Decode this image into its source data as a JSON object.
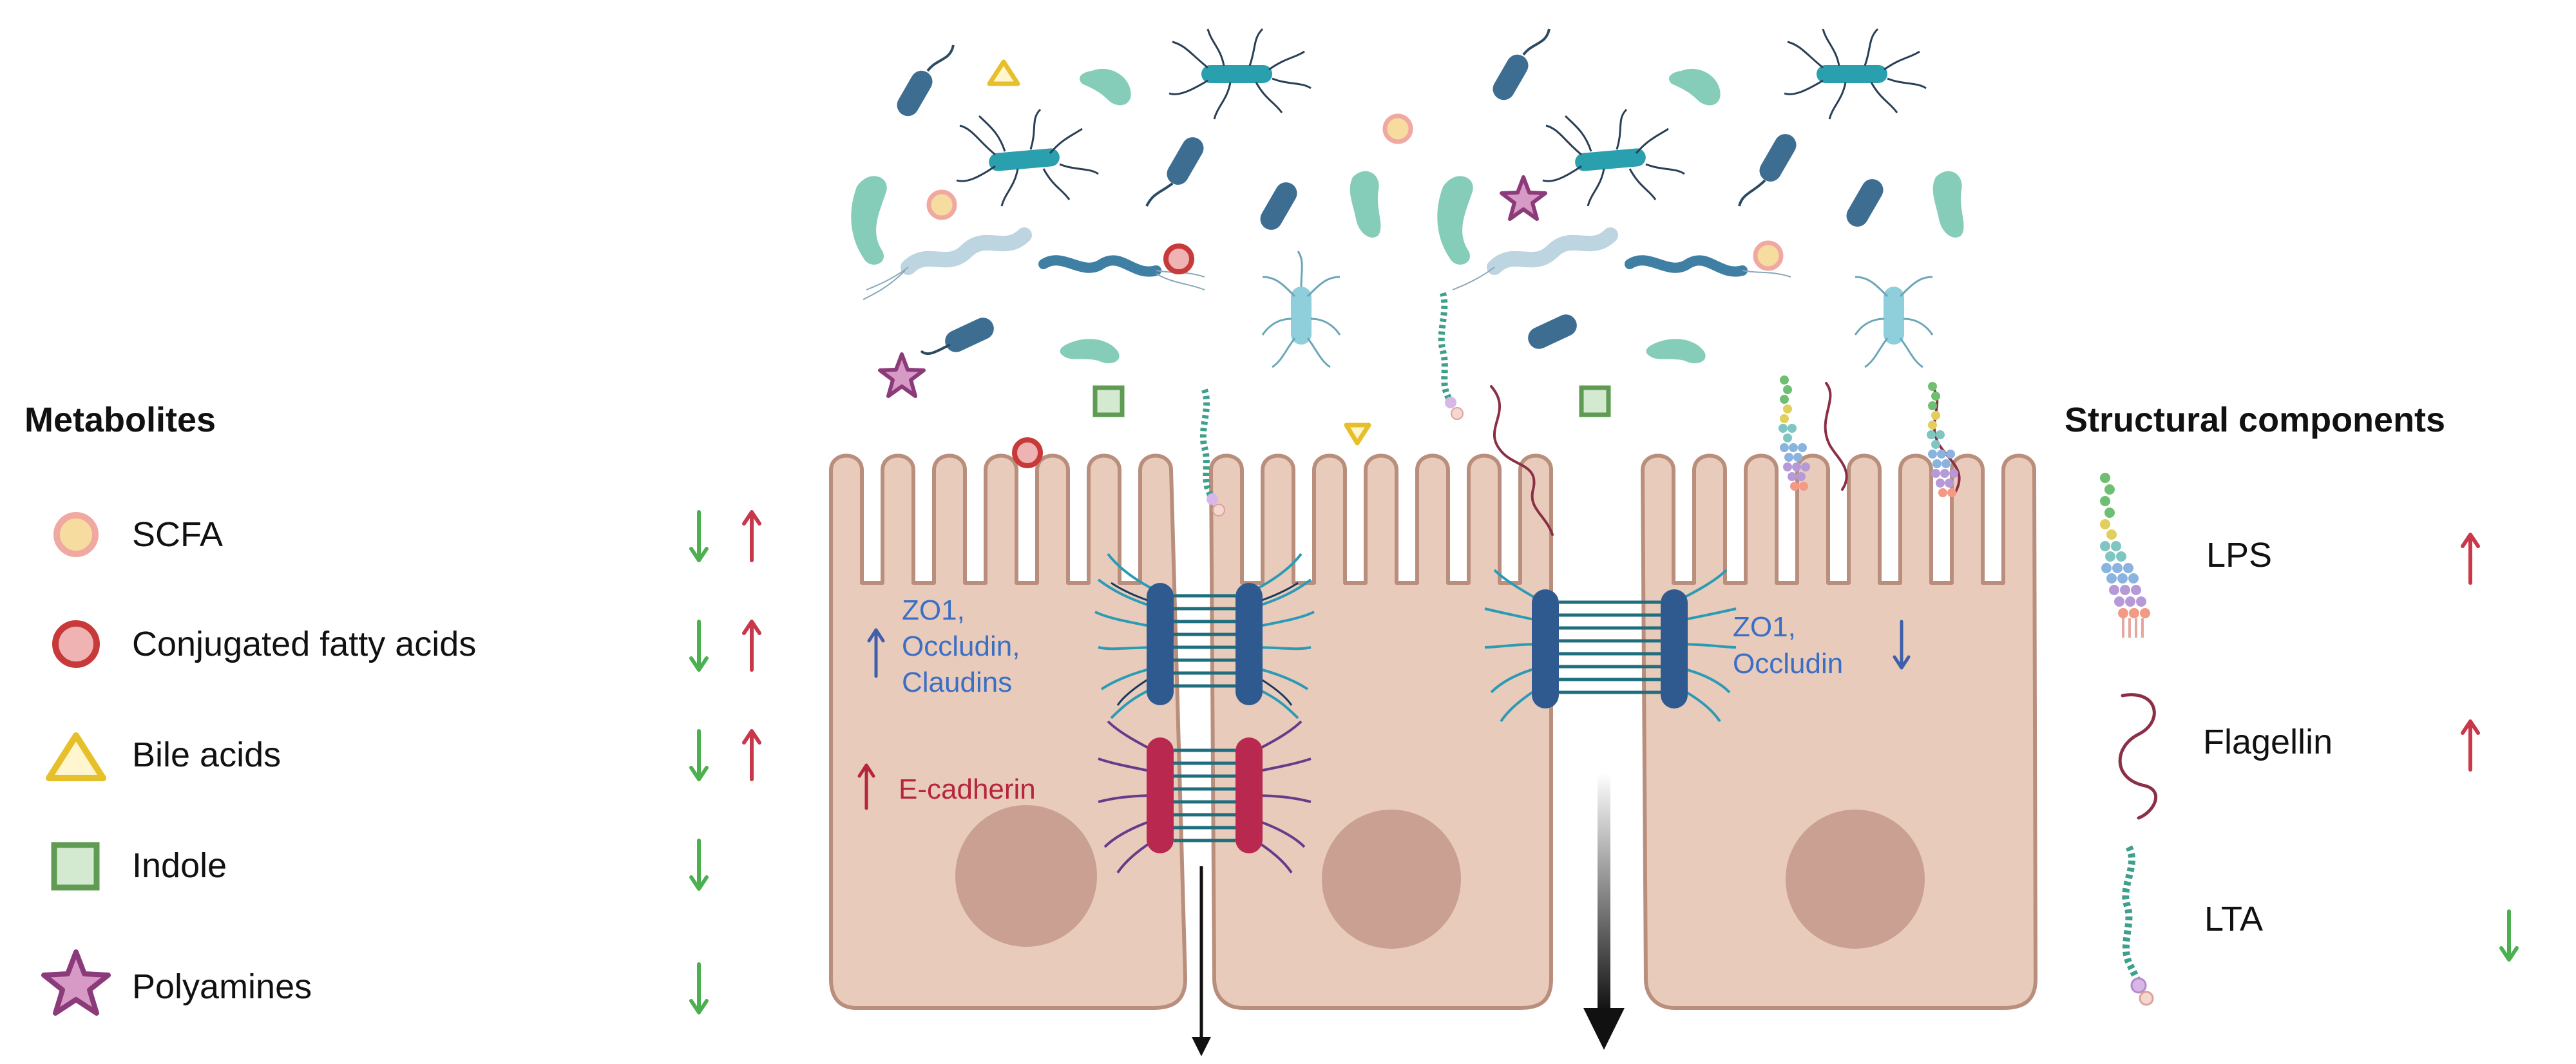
{
  "colors": {
    "up_arrow": "#c8374a",
    "down_arrow": "#4caf50",
    "blue_arrow": "#3f5fa8",
    "cell_fill": "#e9cbbc",
    "cell_stroke": "#b98e7c",
    "nucleus": "#c9a091",
    "tight_junction": "#2f5a8f",
    "adherens_junction": "#b8284f",
    "scfa_fill": "#f7dca0",
    "scfa_stroke": "#f0a9a1",
    "conjugated_stroke": "#c83a3a",
    "bile_stroke": "#e6c02a",
    "indole_fill": "#d4ead0",
    "indole_stroke": "#5f9b52",
    "polyamine_fill": "#d79ac6",
    "polyamine_stroke": "#8b3a7a"
  },
  "metabolites": {
    "title": "Metabolites",
    "items": [
      {
        "label": "SCFA",
        "icon": "scfa-circle-icon",
        "arrows": [
          "down",
          "up"
        ]
      },
      {
        "label": "Conjugated fatty acids",
        "icon": "conjugated-ring-icon",
        "arrows": [
          "down",
          "up"
        ]
      },
      {
        "label": "Bile acids",
        "icon": "bile-triangle-icon",
        "arrows": [
          "down",
          "up"
        ]
      },
      {
        "label": "Indole",
        "icon": "indole-square-icon",
        "arrows": [
          "down"
        ]
      },
      {
        "label": "Polyamines",
        "icon": "polyamine-star-icon",
        "arrows": [
          "down"
        ]
      }
    ]
  },
  "structural": {
    "title": "Structural components",
    "items": [
      {
        "label": "LPS",
        "icon": "lps-icon",
        "arrows": [
          "up"
        ]
      },
      {
        "label": "Flagellin",
        "icon": "flagellin-icon",
        "arrows": [
          "up"
        ]
      },
      {
        "label": "LTA",
        "icon": "lta-icon",
        "arrows": [
          "down"
        ]
      }
    ]
  },
  "junctions": {
    "left_tight_line1": "ZO1,",
    "left_tight_line2": "Occludin,",
    "left_tight_line3": "Claudins",
    "left_adherens": "E-cadherin",
    "right_tight_line1": "ZO1,",
    "right_tight_line2": "Occludin"
  }
}
